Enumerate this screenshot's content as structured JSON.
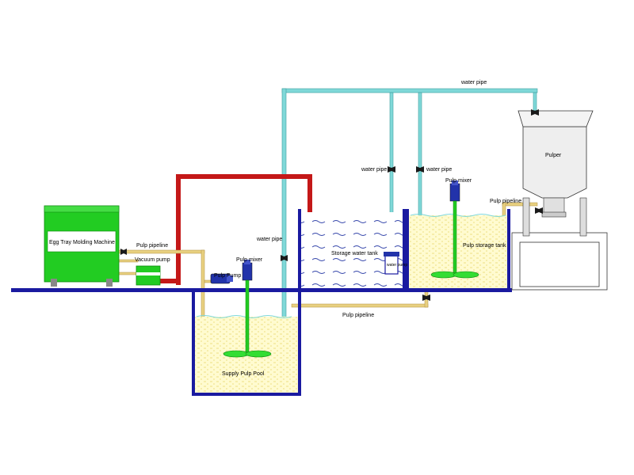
{
  "labels": {
    "egg_tray_machine": "Egg Tray Molding Machine",
    "pulp_pipeline_machine": "Pulp pipeline",
    "vacuum_pump": "Vacuum pump",
    "pulp_pump": "Pulp Pump",
    "pulp_mixer_supply": "Pulp mixer",
    "water_pipe_left": "water pipe",
    "supply_pulp_pool": "Supply Pulp Pool",
    "storage_water_tank": "Storage water tank",
    "water_pump": "water pump",
    "water_pipe_mid": "water pipe",
    "water_pipe_mid2": "water pipe",
    "pulp_mixer_storage": "Pulp mixer",
    "pulp_storage_tank": "Pulp storage tank",
    "pulp_pipeline_bottom": "Pulp pipeline",
    "water_pipe_top": "water pipe",
    "pulper": "Pulper",
    "pulp_pipeline_pulper": "Pulp pipeline"
  },
  "colors": {
    "ground": "#1a1aa0",
    "tank_wall": "#1a1aa0",
    "water_pipe": "#7fd8d8",
    "pulp_pipe": "#e8d080",
    "hot_pipe": "#c41818",
    "machine_green": "#22cc22",
    "pulp_fill": "#fff8c0",
    "mixer_blue": "#2233aa",
    "pulper_gray": "#eeeeee"
  }
}
